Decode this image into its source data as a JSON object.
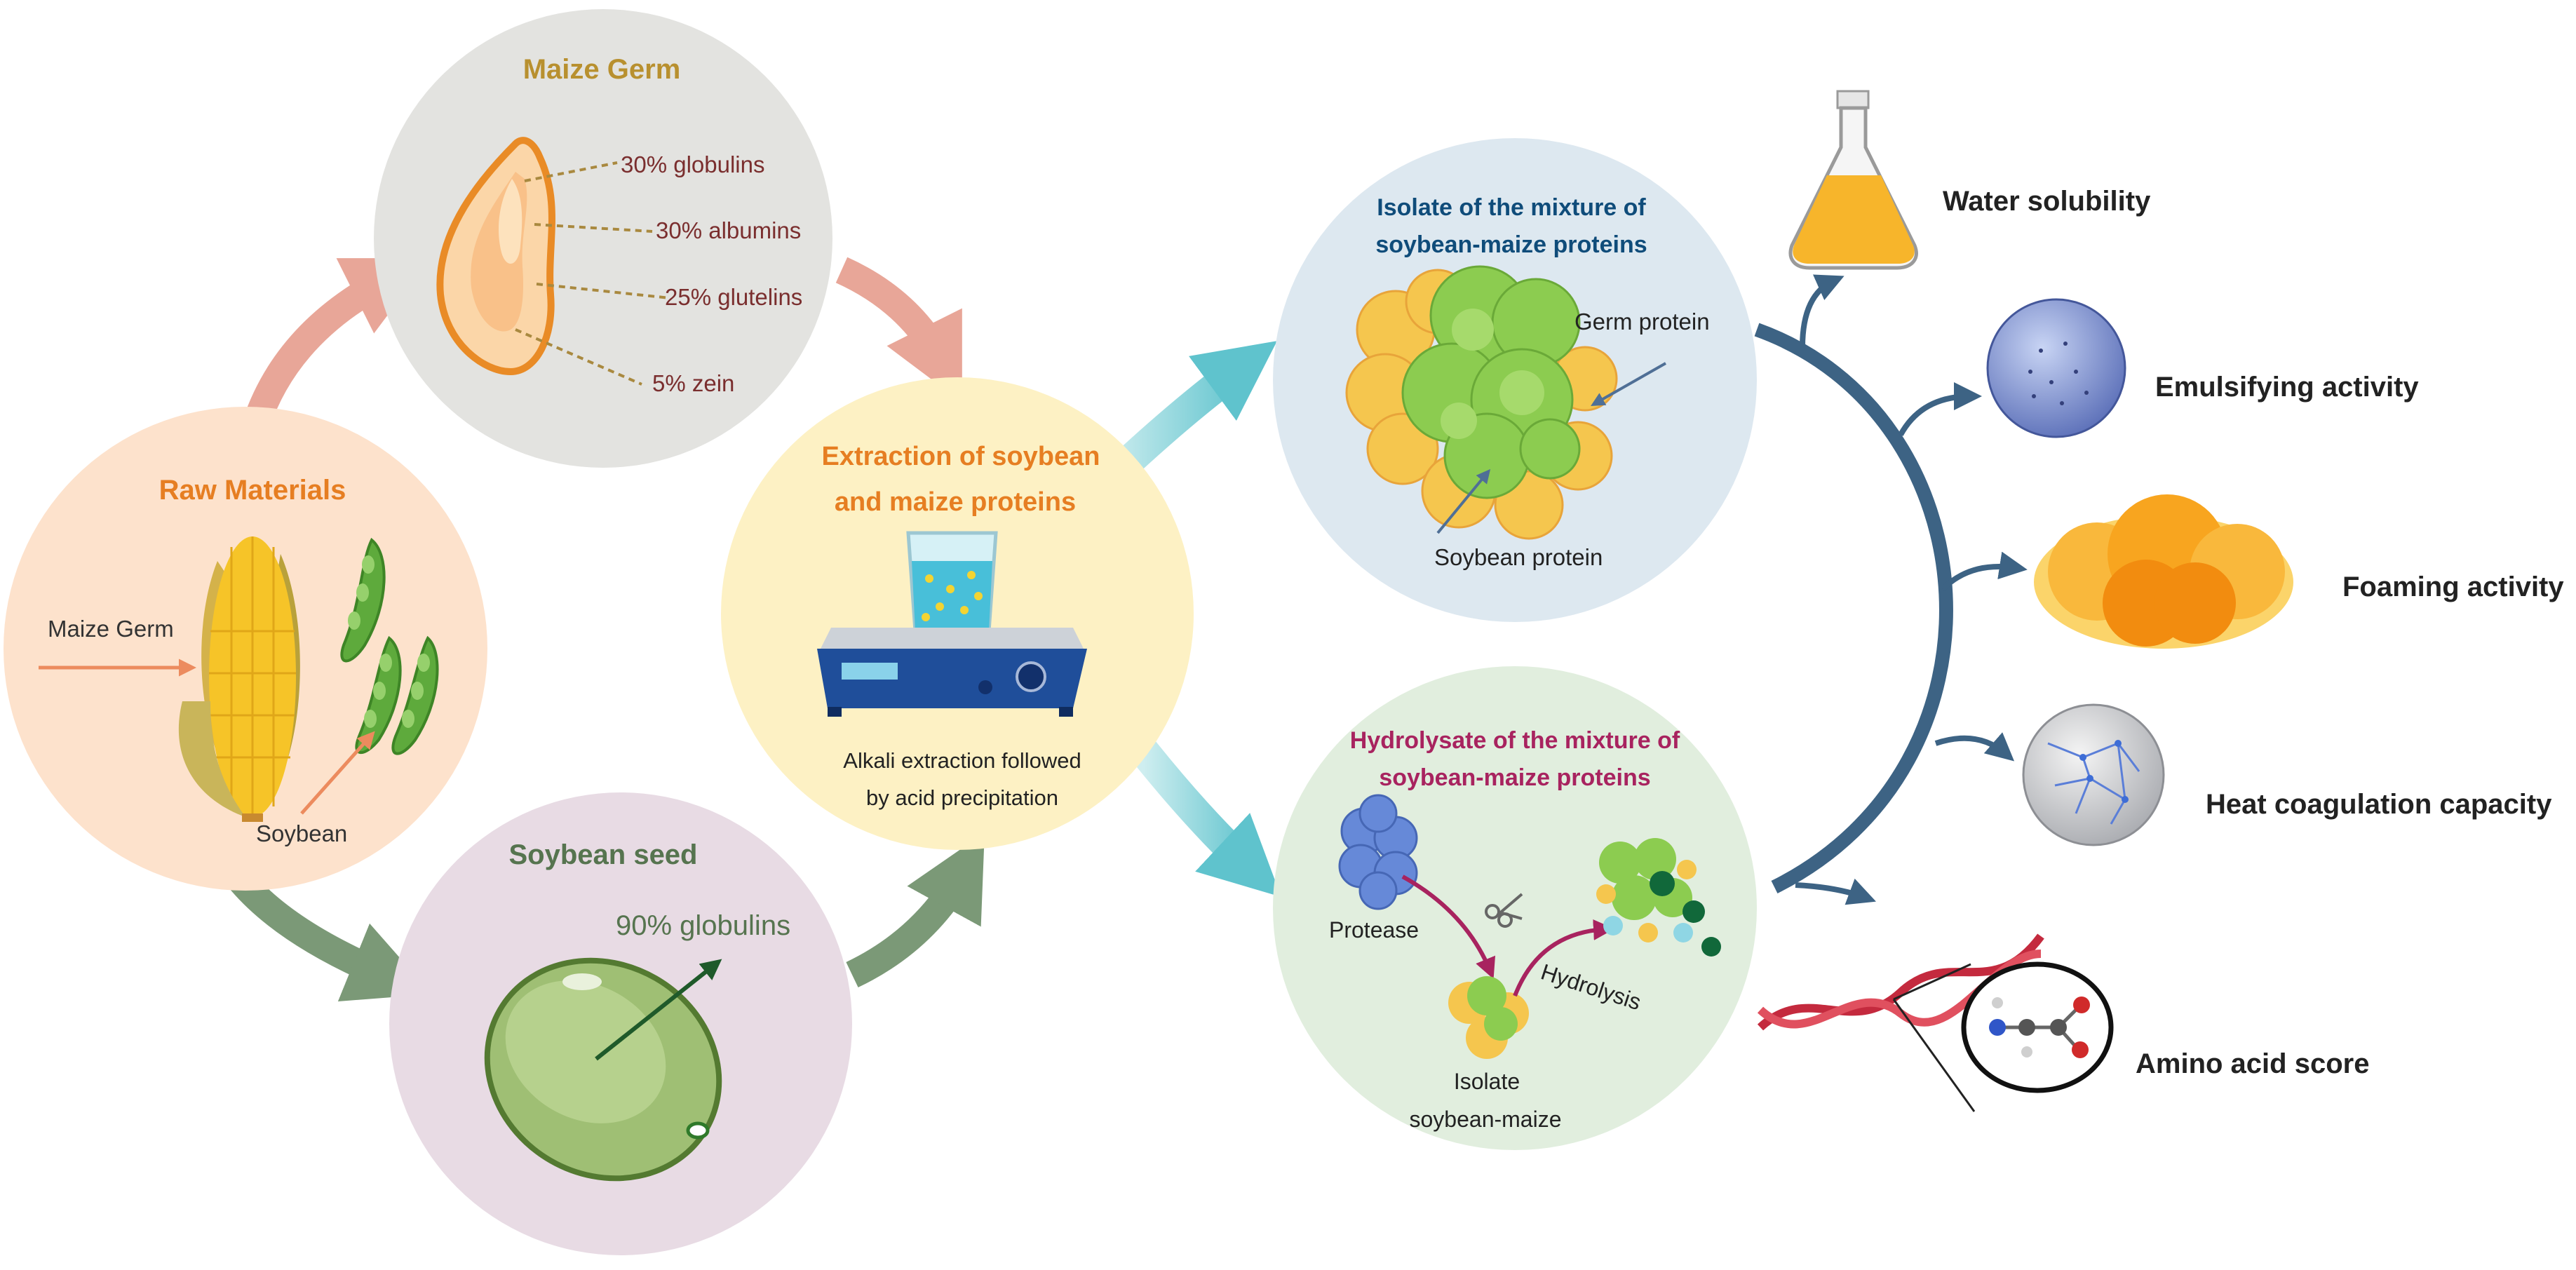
{
  "colors": {
    "maize_circle": "#e3e3e0",
    "raw_circle": "#fde2cc",
    "soy_circle": "#e8dbe4",
    "extract_circle": "#fdf1c4",
    "isolate_circle": "#dde8f0",
    "hydro_circle": "#e1eede",
    "orange_title": "#e67e22",
    "gold_title": "#b8902f",
    "green_title": "#56744f",
    "navy_title": "#0f4c7a",
    "magenta_title": "#a8235f",
    "maroon_text": "#7a2e2e",
    "arrow_pink": "#e8a698",
    "arrow_green": "#7b9977",
    "arrow_cyan": "#7fcfd6",
    "arc_navy": "#3d6384"
  },
  "maize_germ": {
    "title": "Maize Germ",
    "components": [
      "30% globulins",
      "30% albumins",
      "25% glutelins",
      "5% zein"
    ]
  },
  "raw_materials": {
    "title": "Raw Materials",
    "maize_germ_label": "Maize Germ",
    "soybean_label": "Soybean"
  },
  "soybean_seed": {
    "title": "Soybean seed",
    "globulins_label": "90% globulins"
  },
  "extraction": {
    "title_line1": "Extraction of soybean",
    "title_line2": "and maize proteins",
    "caption_line1": "Alkali extraction followed",
    "caption_line2": "by acid precipitation"
  },
  "isolate": {
    "title_line1": "Isolate of the mixture of",
    "title_line2": "soybean-maize proteins",
    "germ_protein_label": "Germ protein",
    "soybean_protein_label": "Soybean protein"
  },
  "hydrolysate": {
    "title_line1": "Hydrolysate of the mixture of",
    "title_line2": "soybean-maize proteins",
    "protease_label": "Protease",
    "hydrolysis_label": "Hydrolysis",
    "isolate_line1": "Isolate",
    "isolate_line2": "soybean-maize"
  },
  "properties": [
    {
      "label": "Water solubility",
      "icon": "flask-icon"
    },
    {
      "label": "Emulsifying activity",
      "icon": "emulsion-sphere-icon"
    },
    {
      "label": "Foaming activity",
      "icon": "foam-cloud-icon"
    },
    {
      "label": "Heat coagulation capacity",
      "icon": "network-sphere-icon"
    },
    {
      "label": "Amino acid score",
      "icon": "dna-amino-acid-icon"
    }
  ]
}
